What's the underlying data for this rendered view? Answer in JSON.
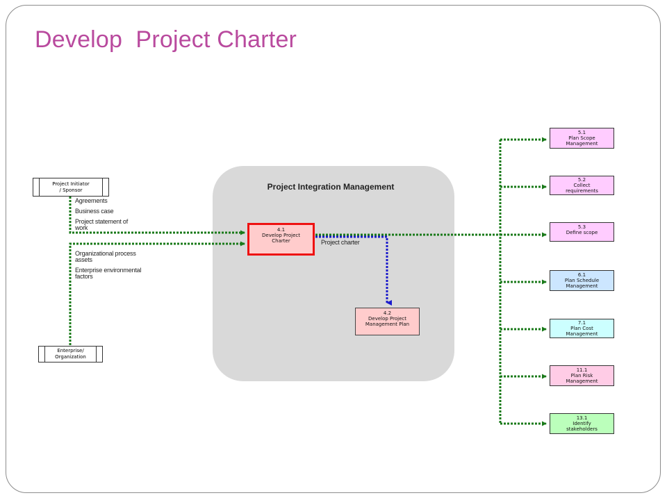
{
  "title": "Develop  Project Charter",
  "group_title": "Project Integration Management",
  "sources": {
    "sponsor": [
      "Project Initiator",
      "/ Sponsor"
    ],
    "enterprise": [
      "Enterprise/",
      "Organization"
    ]
  },
  "inputs": {
    "agreements": "Agreements",
    "business_case": "Business case",
    "sow": [
      "Project statement of",
      "work"
    ],
    "opa": [
      "Organizational process",
      "assets"
    ],
    "eef": [
      "Enterprise environmental",
      "factors"
    ]
  },
  "output_label": "Project charter",
  "main_process": [
    "4.1",
    "Develop Project",
    "Charter"
  ],
  "process_42": [
    "4.2",
    "Develop Project",
    "Management Plan"
  ],
  "targets": [
    {
      "lines": [
        "5.1",
        "Plan Scope",
        "Management"
      ],
      "color": "#ffccff"
    },
    {
      "lines": [
        "5.2",
        "Collect",
        "requirements"
      ],
      "color": "#ffccff"
    },
    {
      "lines": [
        "5.3",
        "Define scope"
      ],
      "color": "#ffccff"
    },
    {
      "lines": [
        "6.1",
        "Plan Schedule",
        "Management"
      ],
      "color": "#cce6ff"
    },
    {
      "lines": [
        "7.1",
        "Plan Cost",
        "Management"
      ],
      "color": "#ccffff"
    },
    {
      "lines": [
        "11.1",
        "Plan Risk",
        "Management"
      ],
      "color": "#ffcce6"
    },
    {
      "lines": [
        "13.1",
        "Identify",
        "stakeholders"
      ],
      "color": "#bbffbb"
    }
  ],
  "colors": {
    "title": "#b94a9e",
    "flow": "#1a7a1a",
    "charter_flow": "#1a1acc",
    "highlight": "#ee1111",
    "process_fill": "#ffcccc"
  }
}
